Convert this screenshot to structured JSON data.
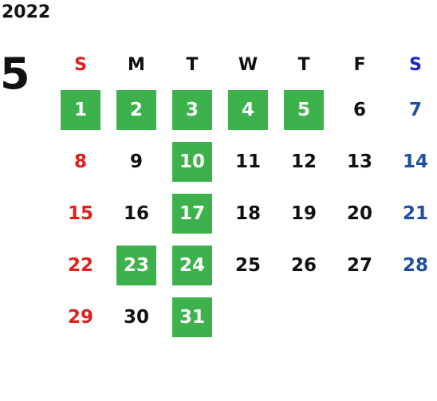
{
  "calendar": {
    "year": "2022",
    "month": "5",
    "weekday_headers": [
      "S",
      "M",
      "T",
      "W",
      "T",
      "F",
      "S"
    ],
    "weeks": [
      [
        {
          "d": "1",
          "hl": true
        },
        {
          "d": "2",
          "hl": true
        },
        {
          "d": "3",
          "hl": true
        },
        {
          "d": "4",
          "hl": true
        },
        {
          "d": "5",
          "hl": true
        },
        {
          "d": "6",
          "hl": false
        },
        {
          "d": "7",
          "hl": false
        }
      ],
      [
        {
          "d": "8",
          "hl": false
        },
        {
          "d": "9",
          "hl": false
        },
        {
          "d": "10",
          "hl": true
        },
        {
          "d": "11",
          "hl": false
        },
        {
          "d": "12",
          "hl": false
        },
        {
          "d": "13",
          "hl": false
        },
        {
          "d": "14",
          "hl": false
        }
      ],
      [
        {
          "d": "15",
          "hl": false
        },
        {
          "d": "16",
          "hl": false
        },
        {
          "d": "17",
          "hl": true
        },
        {
          "d": "18",
          "hl": false
        },
        {
          "d": "19",
          "hl": false
        },
        {
          "d": "20",
          "hl": false
        },
        {
          "d": "21",
          "hl": false
        }
      ],
      [
        {
          "d": "22",
          "hl": false
        },
        {
          "d": "23",
          "hl": true
        },
        {
          "d": "24",
          "hl": true
        },
        {
          "d": "25",
          "hl": false
        },
        {
          "d": "26",
          "hl": false
        },
        {
          "d": "27",
          "hl": false
        },
        {
          "d": "28",
          "hl": false
        }
      ],
      [
        {
          "d": "29",
          "hl": false
        },
        {
          "d": "30",
          "hl": false
        },
        {
          "d": "31",
          "hl": true
        },
        {
          "d": "",
          "hl": false
        },
        {
          "d": "",
          "hl": false
        },
        {
          "d": "",
          "hl": false
        },
        {
          "d": "",
          "hl": false
        }
      ]
    ],
    "colors": {
      "highlight_bg": "#3db14b",
      "highlight_text": "#ffffff",
      "sunday": "#e0201c",
      "saturday": "#1f4fa0",
      "saturday_header": "#1a22d6",
      "default_text": "#111111"
    }
  }
}
